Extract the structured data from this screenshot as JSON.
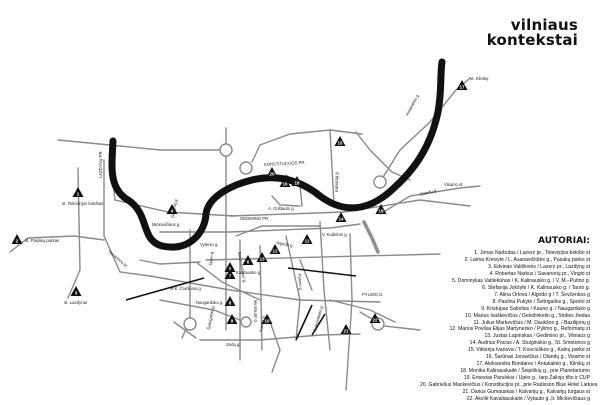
{
  "brand": {
    "line1": "vilniaus",
    "line2": "kontekstai"
  },
  "authors_title": "AUTORIAI:",
  "authors": [
    "1. Jonas Narbutas / Lazerz pr., Televizijos bokšto st",
    "2. Laima Kreivytė / L. Asanavičiūtės g., Pasakų parko st",
    "3. Edvinas Vališkonis / Lazerz pr., Lazdynų st",
    "4. Robertas Narkus / Savanorių pr., Vingio st",
    "5. Dominykas Vaitiekūnas / K. Kalinausko g. / V. M.–Putino g.",
    "6. Stefanija Jokšytė / K. Kalinausko g. / Tauro g.",
    "7. Alina Orlova / Algirdo g / T. Ševčenkos g",
    "8. Paulina Pukytė / Švitrigailos g., Sporto st",
    "9. Kristupas Sabolius / Kauno g. / Naugarduko g",
    "10. Marius Ivaškevičius / Geležinkelio g., Stoties žiedas",
    "11. Julius Markevičius / M. Daukšos g. / Bazilijonų g",
    "12. Marius Povilas Elijas Martynenko / Pylimo g., Reformatų st",
    "13. Justas Lapinskas / Gedimino pr., Vilniaus g",
    "14. Audrius Pocius / A. Stulginskio g., St. Smetonos g",
    "15. Viktorija Ivanova / T. Kosciuškos g., Kalnų parko st",
    "16. Šarūnas Jonavičius / Olandų g., Visamo st",
    "17. Aleksandra Bondarev / Antakalnio g., Klinikų st",
    "18. Monika Kalinauskaitė / Šnipiškių g., prie Planetariumo",
    "19. Ernestas Parulskis / Upės g., tarp Žaliojo tilto ir CUP",
    "20. Gabrielius Mackevičius / Konstitucijos pr., prie Radisson Blue Hotel Lietuva",
    "21. Darius Gumauskas / Kalvarijų g., Kalvarijų turgaus st",
    "22. Akvilė Kavaliauskaitė / Vytauto g.,Ir. Mickevičiaus g"
  ],
  "stops": [
    {
      "id": "1",
      "caption": "st. Televizijos bokštas"
    },
    {
      "id": "2",
      "caption": "st. Pasakų parkas"
    },
    {
      "id": "3",
      "caption": "st. Lazdynai"
    },
    {
      "id": "4",
      "caption": ""
    },
    {
      "id": "5",
      "caption": ""
    },
    {
      "id": "6",
      "caption": ""
    },
    {
      "id": "7",
      "caption": ""
    },
    {
      "id": "8",
      "caption": ""
    },
    {
      "id": "9",
      "caption": ""
    },
    {
      "id": "10",
      "caption": ""
    },
    {
      "id": "11",
      "caption": ""
    },
    {
      "id": "12",
      "caption": ""
    },
    {
      "id": "13",
      "caption": ""
    },
    {
      "id": "14",
      "caption": ""
    },
    {
      "id": "15",
      "caption": ""
    },
    {
      "id": "16",
      "caption": ""
    },
    {
      "id": "17",
      "caption": "st. Klinikų"
    },
    {
      "id": "18",
      "caption": ""
    },
    {
      "id": "19",
      "caption": ""
    },
    {
      "id": "20",
      "caption": ""
    },
    {
      "id": "21",
      "caption": ""
    },
    {
      "id": "22",
      "caption": ""
    }
  ],
  "streets": [
    "LAZDYNŲ PR.",
    "Mickevičiaus g.",
    "Birbynių g.",
    "GEDIMINO PR.",
    "A. Goštauto g.",
    "KONSTITUCIJOS PR.",
    "Kalvarijų g.",
    "Antakalnio g.",
    "Olandų g.",
    "Visamo st.",
    "Tauro g.",
    "Pylimo g.",
    "PYLIMO G.",
    "Basanavičiaus g.",
    "Savanorių pr.",
    "M.K. Čiurlionio g.",
    "V. Kudirkos g.",
    "Naugarduko g.",
    "Mindaugo g.",
    "Švitrigailos g.",
    "Kauno g.",
    "Geležinkelio g.",
    "Kalinausko g.",
    "Vytenio g.",
    "Sodų g.",
    "Algirdo g."
  ]
}
